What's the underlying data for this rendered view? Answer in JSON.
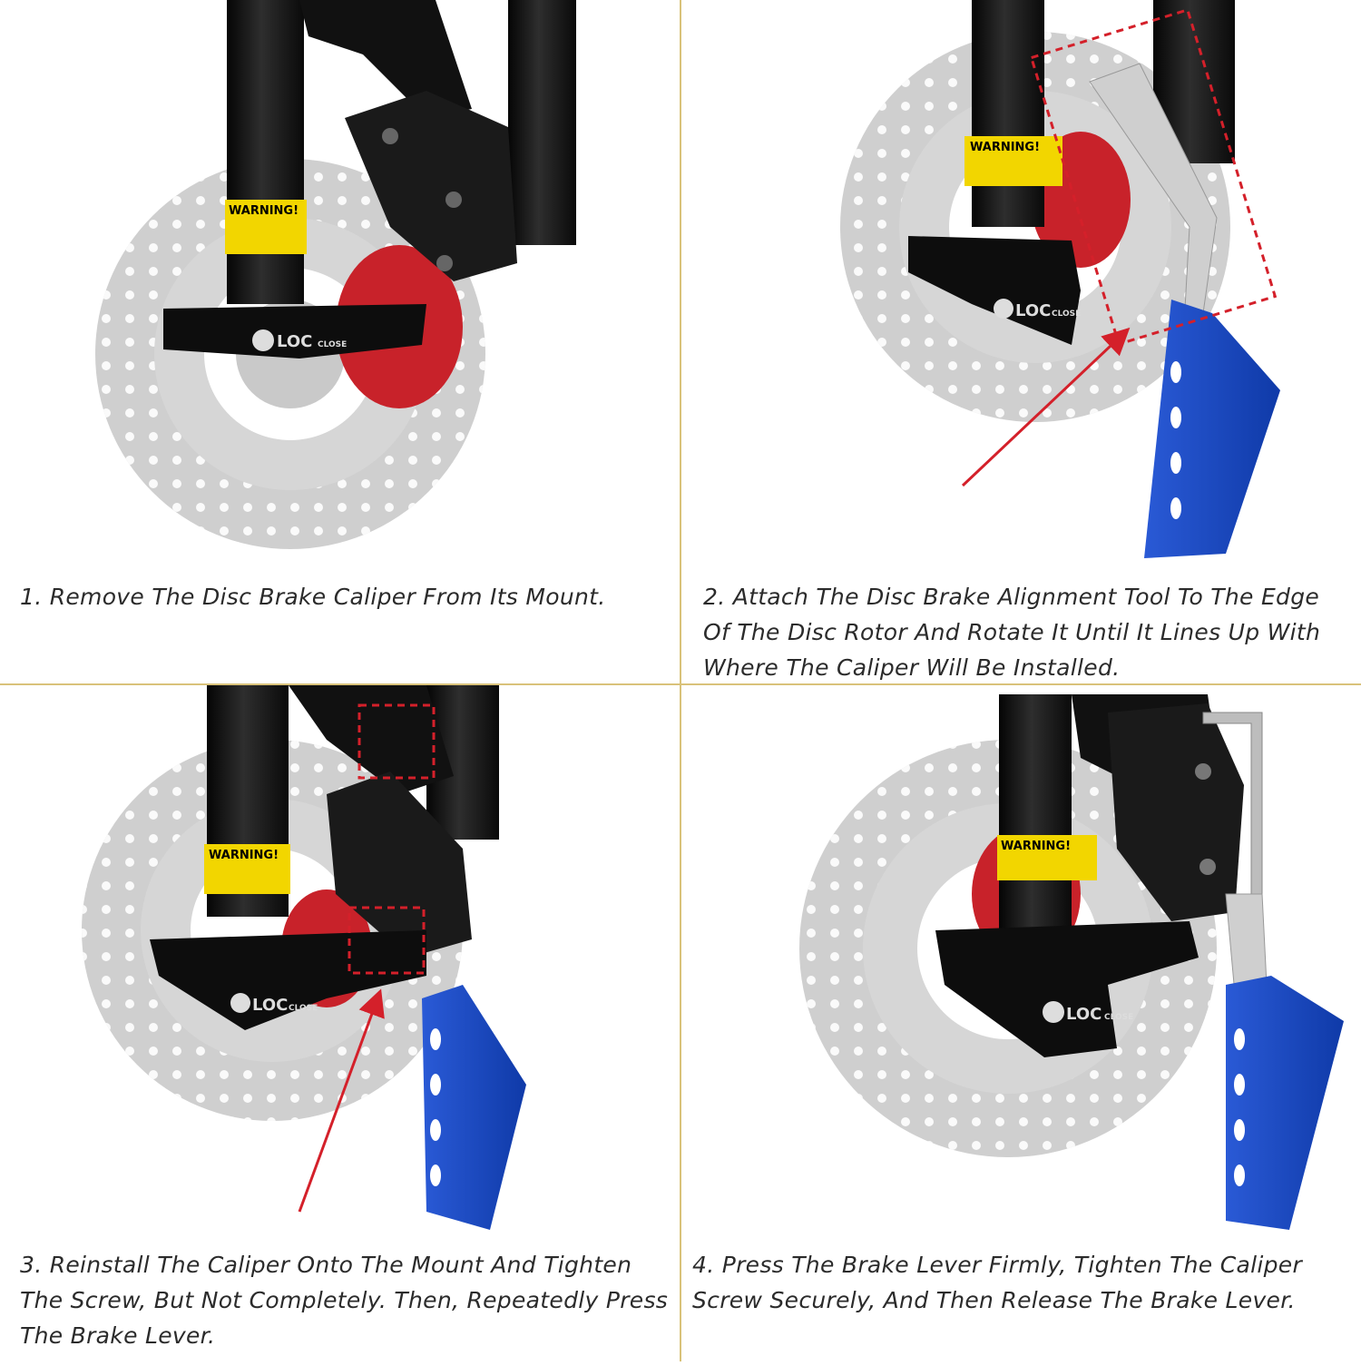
{
  "panels": [
    {
      "caption": "1. Remove The Disc Brake Caliper From Its Mount.",
      "warning_label": "WARNING!",
      "lever_brand": "LOC",
      "lever_text": "CLOSE"
    },
    {
      "caption": "2. Attach The Disc Brake Alignment Tool To The Edge Of The Disc Rotor And Rotate It Until It Lines Up With Where The Caliper Will Be Installed.",
      "warning_label": "WARNING!",
      "lever_brand": "LOC",
      "lever_text": "CLOSE"
    },
    {
      "caption": "3. Reinstall The Caliper Onto The Mount And Tighten The Screw, But Not Completely. Then, Repeatedly Press The Brake Lever.",
      "warning_label": "WARNING!",
      "lever_brand": "LOC",
      "lever_text": "CLOSE"
    },
    {
      "caption": "4. Press The Brake Lever Firmly, Tighten The Caliper Screw Securely, And Then Release The Brake Lever.",
      "warning_label": "WARNING!",
      "lever_brand": "LOC",
      "lever_text": "CLOSE"
    }
  ],
  "colors": {
    "divider": "#d9c27a",
    "rotor": "#c9c9c9",
    "fork": "#141414",
    "hub": "#c8222a",
    "tool": "#1f4fc4",
    "highlight": "#d4202a",
    "warning_label": "#f2d600",
    "caption_text": "#2b2b2b"
  }
}
